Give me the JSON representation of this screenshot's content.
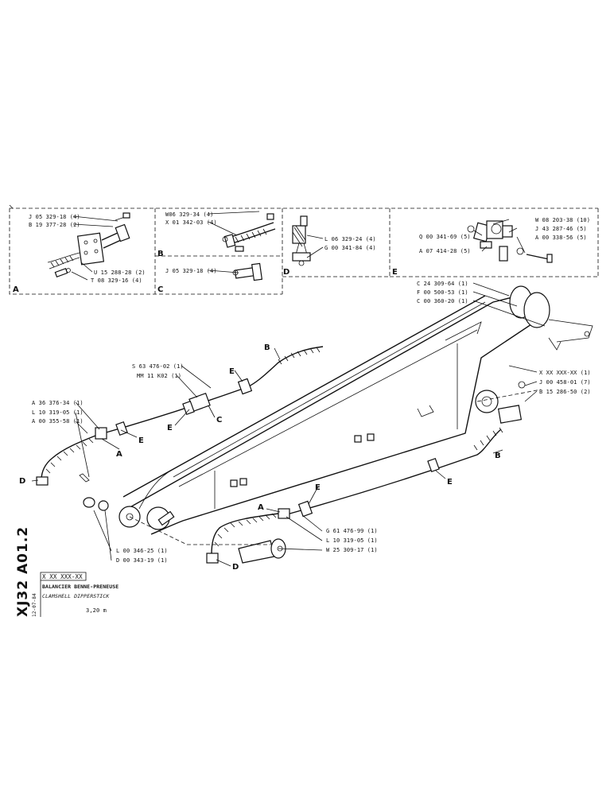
{
  "inset_boxes": {
    "A": {
      "label": "A",
      "parts": [
        "J 05 329-18 (4)",
        "B 19 377-28 (2)",
        "U 15 288-28 (2)",
        "T 08 329-16 (4)"
      ]
    },
    "B": {
      "label": "B",
      "parts": [
        "W06 329-34 (4)",
        "X 01 342-03 (4)"
      ]
    },
    "C": {
      "label": "C",
      "parts": [
        "J 05 329-18 (4)"
      ]
    },
    "D": {
      "label": "D",
      "parts": [
        "L 06 329-24 (4)",
        "G 00 341-84 (4)"
      ]
    },
    "E": {
      "label": "E",
      "parts": [
        "W 08 203-38 (10)",
        "Q 00 341-69 (5)",
        "J 43 287-46 (5)",
        "A 00 338-56 (5)",
        "A 07 414-28 (5)"
      ]
    }
  },
  "main_parts": {
    "top_right": [
      "C 24 309-64 (1)",
      "F 00 500-53 (1)",
      "C 00 360-20 (1)"
    ],
    "right_mid": [
      "X XX XXX-XX (1)",
      "J 00 458-01 (7)",
      "B 15 286-50 (2)"
    ],
    "upper_hose": [
      "S 63 476-02 (1)",
      "MM 11 K02 (1)"
    ],
    "left": [
      "A 36 376-34 (1)",
      "L 10 319-05 (1)",
      "A 00 355-58 (1)"
    ],
    "lower_right": [
      "G 61 476-99 (1)",
      "L 10 319-05 (1)",
      "W 25 309-17 (1)"
    ],
    "bottom_left": [
      "L 00 346-25 (1)",
      "D 00 343-19 (1)"
    ]
  },
  "callouts": {
    "A": "A",
    "B": "B",
    "C": "C",
    "D": "D",
    "E": "E"
  },
  "title_block": {
    "doc_code": "XJ32 A01.2",
    "date": "12-07-84",
    "ref": "X XX XXX-XX",
    "title_fr": "BALANCIER BENNE-PRENEUSE",
    "title_en": "CLAMSHELL DIPPERSTICK",
    "dimension": "3,20 m"
  }
}
